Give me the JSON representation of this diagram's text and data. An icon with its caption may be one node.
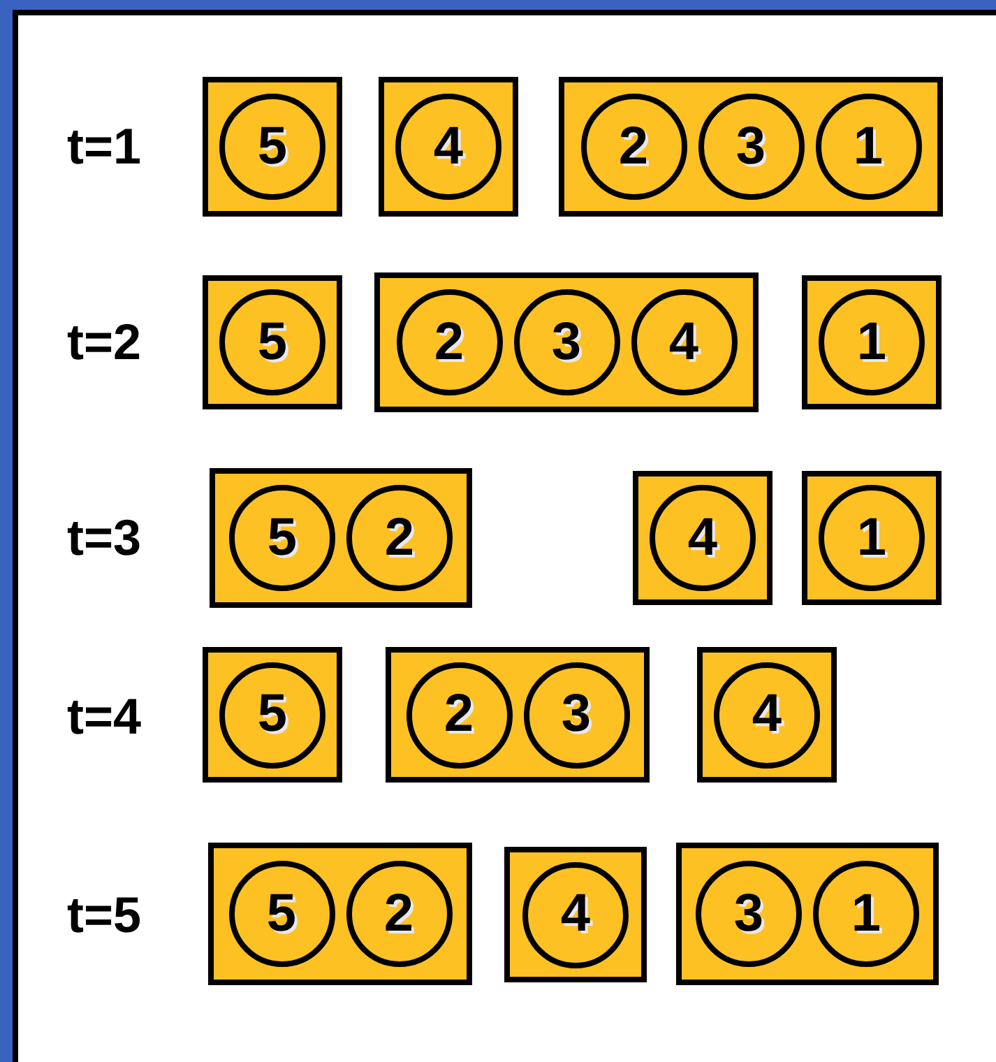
{
  "diagram": {
    "nodes": [
      {
        "text": [],
        "shape": "box"
      },
      {
        "text": [
          "5"
        ],
        "in": 0
      },
      {
        "text": [],
        "shape": "box"
      },
      {
        "text": [
          "4"
        ],
        "in": 2
      },
      {
        "text": [],
        "shape": "box"
      },
      {
        "text": [
          "2"
        ],
        "in": 4
      },
      {
        "text": [
          "3"
        ],
        "in": 4
      },
      {
        "text": [
          "1"
        ],
        "in": 4
      },
      {
        "text": [],
        "shape": "box"
      },
      {
        "text": [
          "5"
        ],
        "in": 8
      },
      {
        "text": [],
        "shape": "box"
      },
      {
        "text": [
          "2"
        ],
        "in": 10
      },
      {
        "text": [
          "3"
        ],
        "in": 10
      },
      {
        "text": [
          "4"
        ],
        "in": 10
      },
      {
        "text": [],
        "shape": "box"
      },
      {
        "text": [
          "1"
        ],
        "in": 14
      },
      {
        "text": [],
        "shape": "box"
      },
      {
        "text": [
          "5"
        ],
        "in": 16
      },
      {
        "text": [
          "2"
        ],
        "in": 16
      },
      {
        "text": [],
        "shape": "box"
      },
      {
        "text": [
          "4"
        ],
        "in": 19
      },
      {
        "text": [],
        "shape": "box"
      },
      {
        "text": [
          "1"
        ],
        "in": 21
      },
      {
        "text": [],
        "shape": "box"
      },
      {
        "text": [
          "5"
        ],
        "in": 23
      },
      {
        "text": [],
        "shape": "box"
      },
      {
        "text": [
          "2"
        ],
        "in": 25
      },
      {
        "text": [
          "3"
        ],
        "in": 25
      },
      {
        "text": [],
        "shape": "box"
      },
      {
        "text": [
          "4"
        ],
        "in": 28
      },
      {
        "text": [],
        "shape": "box"
      },
      {
        "text": [
          "5"
        ],
        "in": 30
      },
      {
        "text": [
          "2"
        ],
        "in": 30
      },
      {
        "text": [],
        "shape": "box"
      },
      {
        "text": [
          "4"
        ],
        "in": 33
      },
      {
        "text": [],
        "shape": "box"
      },
      {
        "text": [
          "3"
        ],
        "in": 35
      },
      {
        "text": [
          "1"
        ],
        "in": 35
      }
    ],
    "labels": [
      "t=1",
      "t=2",
      "t=3",
      "t=4",
      "t=5"
    ]
  }
}
